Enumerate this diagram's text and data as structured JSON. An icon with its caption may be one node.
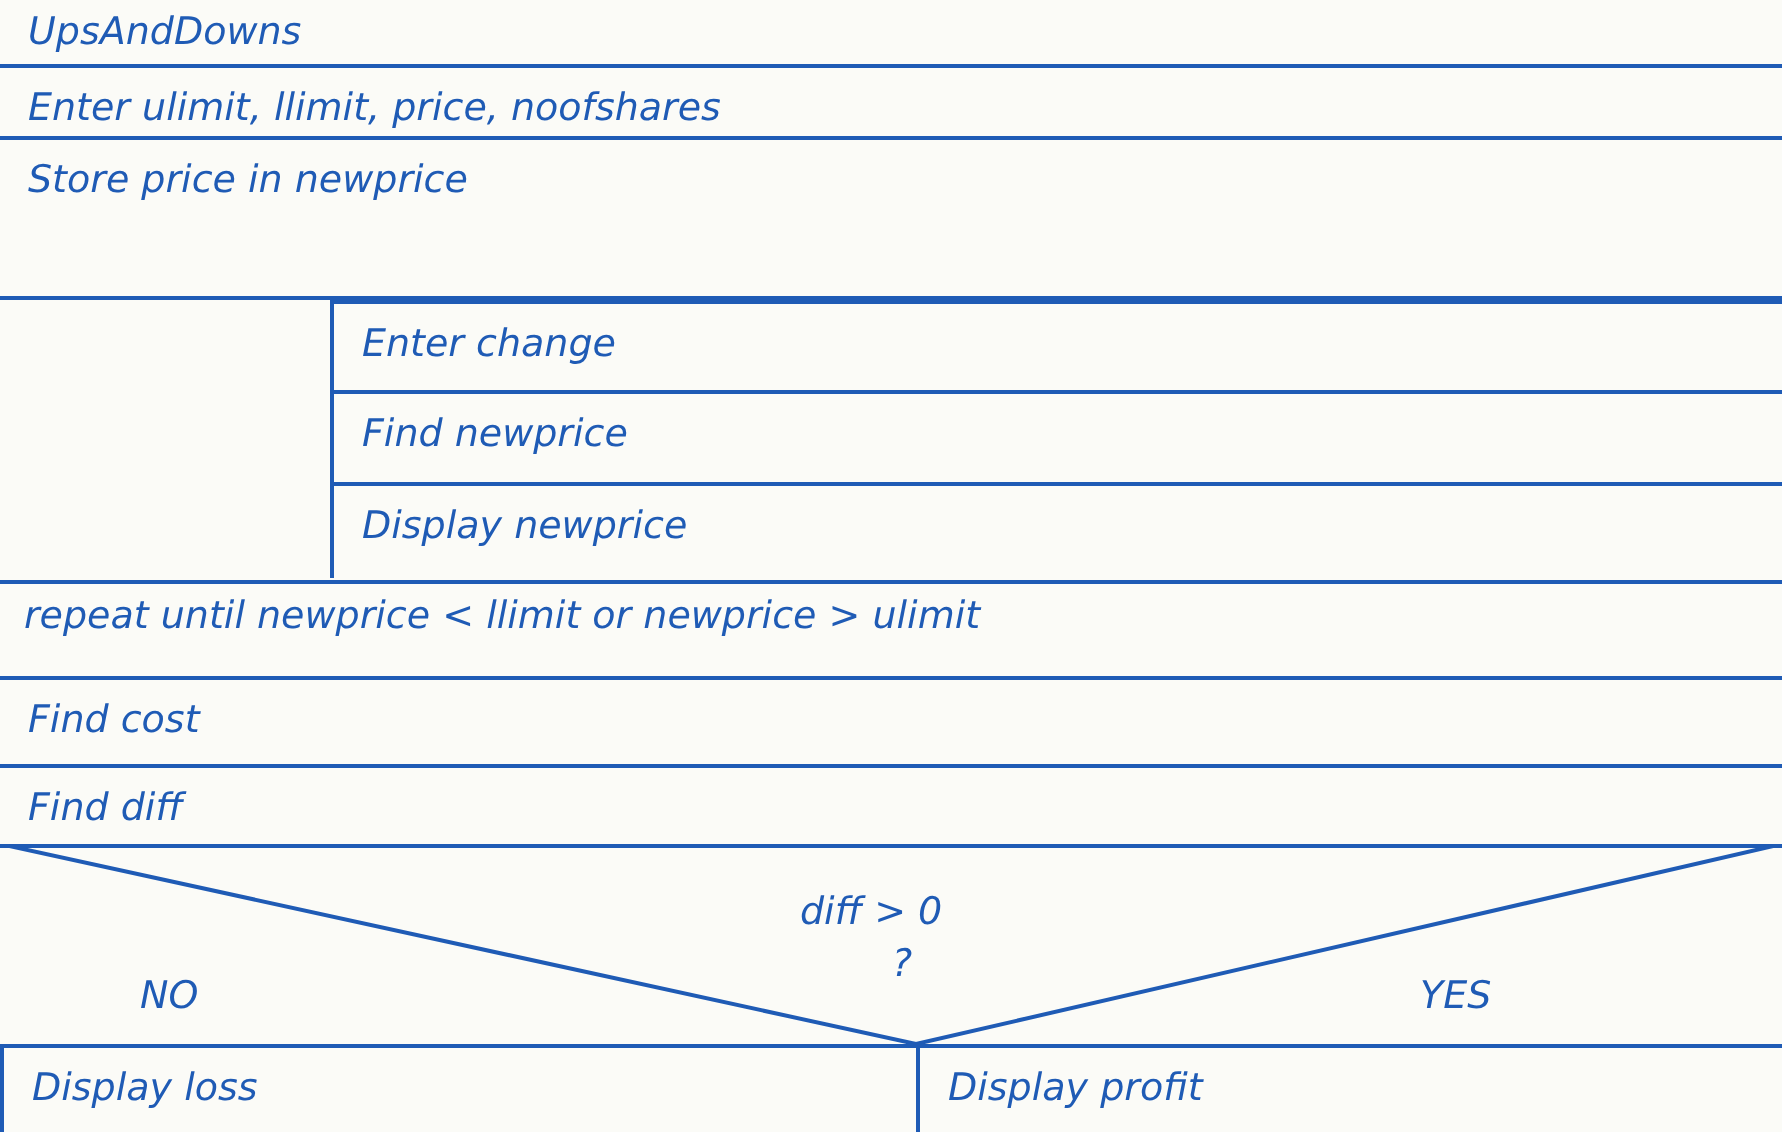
{
  "diagram": {
    "title": "UpsAndDowns",
    "nodes": [
      {
        "text": [
          "Enter ulimit, llimit, price, noofshares"
        ]
      },
      {
        "text": [
          "Store price in newprice"
        ]
      },
      {
        "text": [
          "repeat until newprice < llimit or newprice > ulimit"
        ]
      },
      {
        "text": [
          "Enter change"
        ],
        "in": 2
      },
      {
        "text": [
          "Find newprice"
        ],
        "in": 2
      },
      {
        "text": [
          "Display newprice"
        ],
        "in": 2
      },
      {
        "text": [
          "Find cost"
        ]
      },
      {
        "text": [
          "Find diff"
        ]
      },
      {
        "text": [
          "diff > 0",
          "?",
          "NO",
          "YES"
        ]
      },
      {
        "text": [
          "Display loss"
        ]
      },
      {
        "text": [
          "Display profit"
        ]
      }
    ]
  }
}
